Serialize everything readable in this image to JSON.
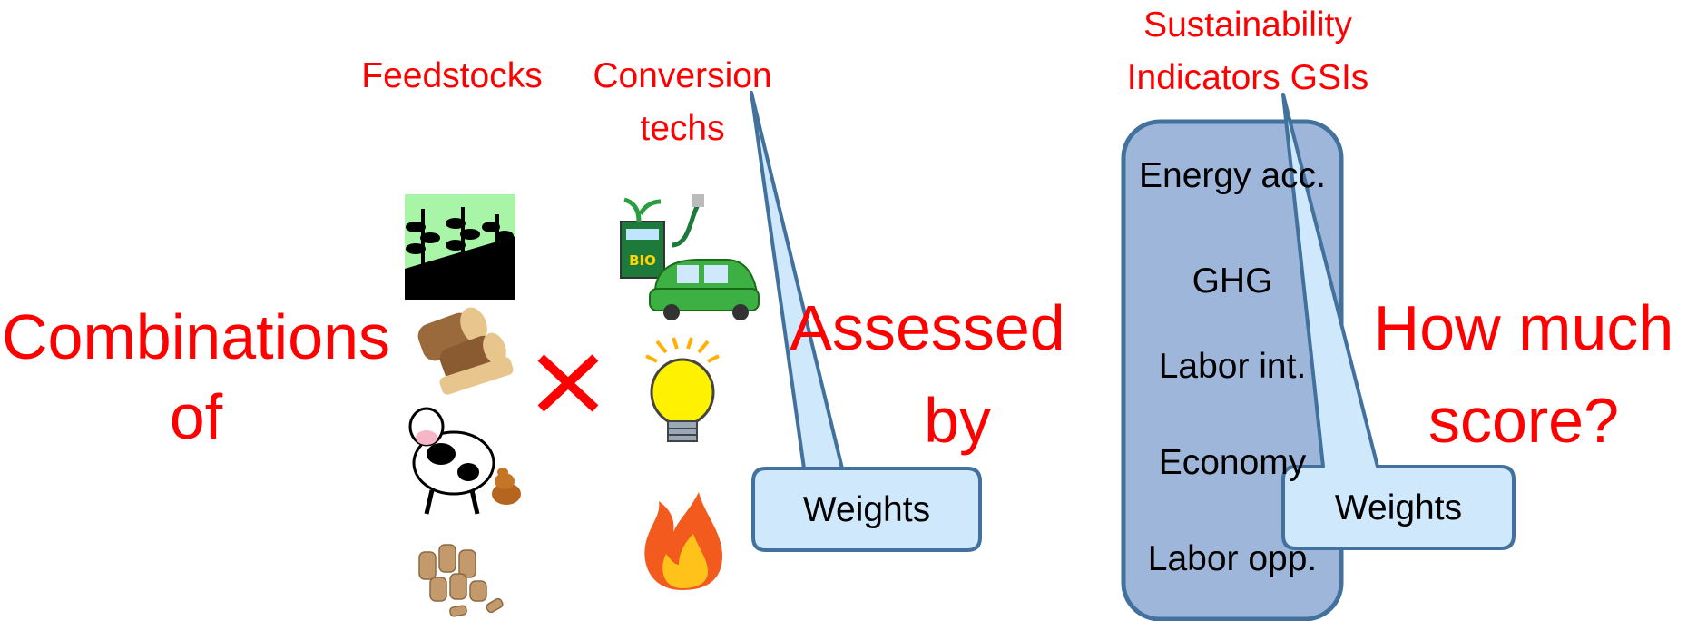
{
  "labels": {
    "feedstocks": "Feedstocks",
    "conversion_line1": "Conversion",
    "conversion_line2": "techs",
    "sustainability_line1": "Sustainability",
    "sustainability_line2": "Indicators GSIs"
  },
  "big_text": {
    "combinations_line1": "Combinations",
    "combinations_line2": "of",
    "assessed_line1": "Assessed",
    "assessed_line2": "by",
    "howmuch_line1": "How much",
    "howmuch_line2": "score?"
  },
  "operator": "×",
  "indicators": [
    "Energy acc.",
    "GHG",
    "Labor int.",
    "Economy",
    "Labor opp."
  ],
  "callouts": {
    "left": "Weights",
    "right": "Weights"
  },
  "feedstock_icons": [
    "crop-field-icon",
    "wood-logs-icon",
    "cow-manure-icon",
    "pellets-icon"
  ],
  "conversion_icons": [
    "biofuel-car-icon",
    "light-bulb-icon",
    "fire-icon"
  ],
  "colors": {
    "accent_red": "#ff0000",
    "callout_fill": "#cfe8fb",
    "callout_stroke": "#41719c",
    "indicator_box_fill": "#9db6d9",
    "indicator_box_stroke": "#41719c"
  }
}
